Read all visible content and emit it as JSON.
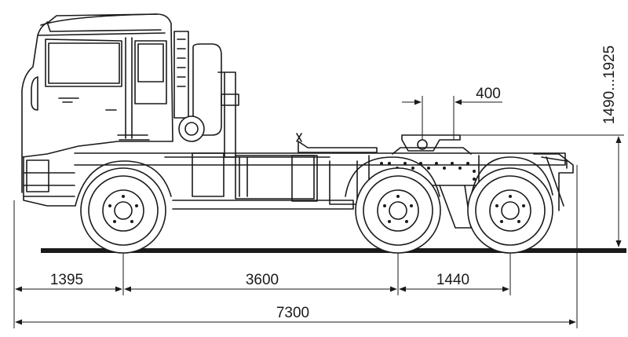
{
  "dimensions": {
    "front_overhang": "1395",
    "wheelbase_front_to_tandem": "3600",
    "tandem_spacing": "1440",
    "overall_length": "7300",
    "fifth_wheel_offset": "400",
    "fifth_wheel_height": "1490...1925"
  },
  "colors": {
    "line": "#1a1a1a",
    "background": "#ffffff"
  },
  "icons": {
    "truck": "tractor-unit-6x6-side-view"
  }
}
